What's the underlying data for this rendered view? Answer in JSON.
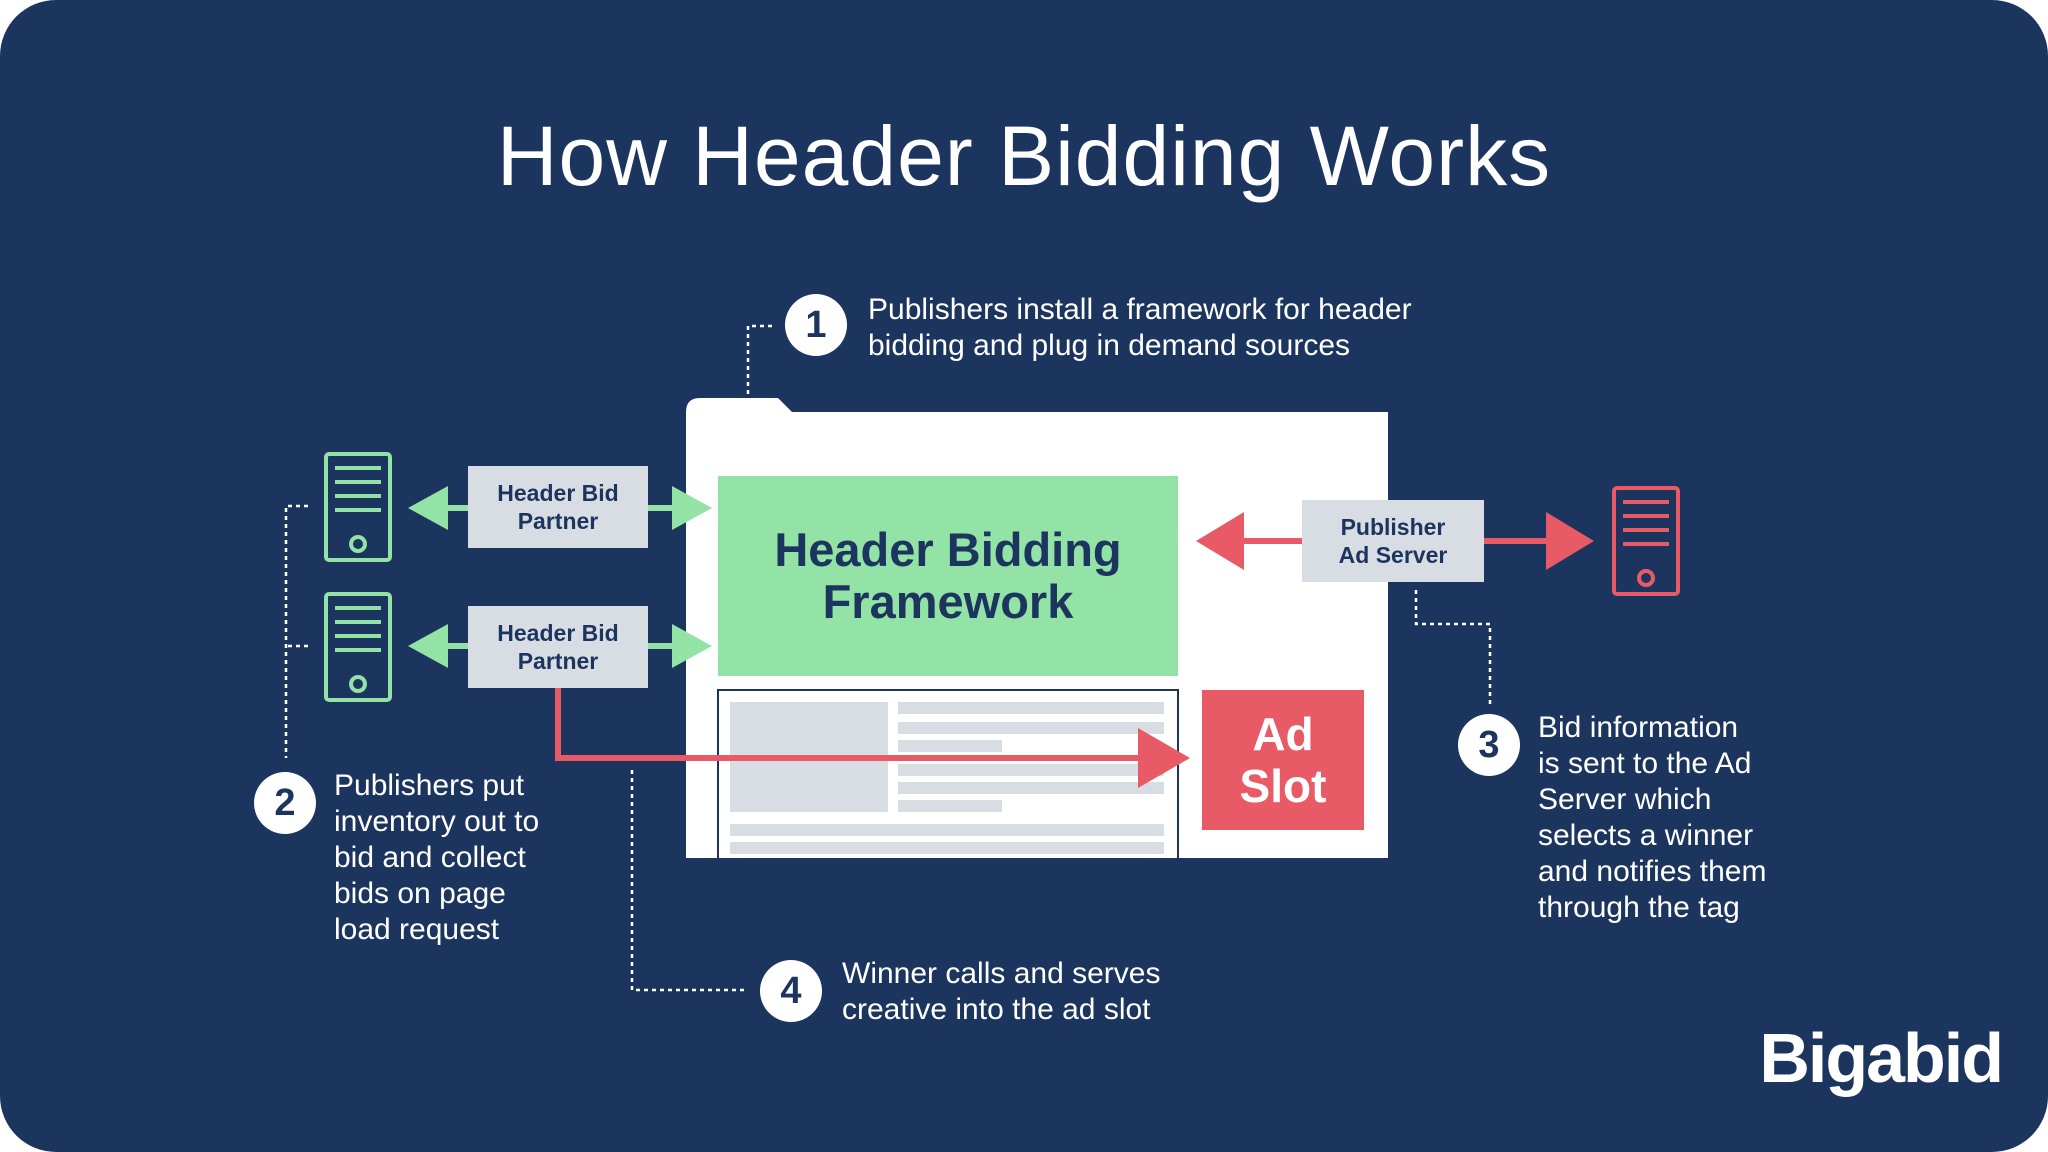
{
  "title": "How Header Bidding Works",
  "framework": {
    "line1": "Header Bidding",
    "line2": "Framework"
  },
  "ad_slot": {
    "line1": "Ad",
    "line2": "Slot"
  },
  "partners": [
    {
      "line1": "Header Bid",
      "line2": "Partner"
    },
    {
      "line1": "Header Bid",
      "line2": "Partner"
    }
  ],
  "ad_server": {
    "line1": "Publisher",
    "line2": "Ad Server"
  },
  "steps": [
    {
      "number": "1",
      "text": "Publishers install a framework for header\nbidding and plug in demand sources"
    },
    {
      "number": "2",
      "text": "Publishers put\ninventory out to\nbid and collect\nbids on page\nload request"
    },
    {
      "number": "3",
      "text": "Bid information\nis sent to the Ad\nServer which\nselects a winner\nand notifies them\nthrough the tag"
    },
    {
      "number": "4",
      "text": "Winner calls and serves\ncreative into the ad slot"
    }
  ],
  "logo": "Bigabid",
  "colors": {
    "background": "#1c355e",
    "green": "#93e2a6",
    "red": "#e85b66",
    "label_gray": "#d8dce3",
    "white": "#ffffff"
  },
  "icons": [
    "server-icon",
    "server-icon",
    "server-icon"
  ]
}
